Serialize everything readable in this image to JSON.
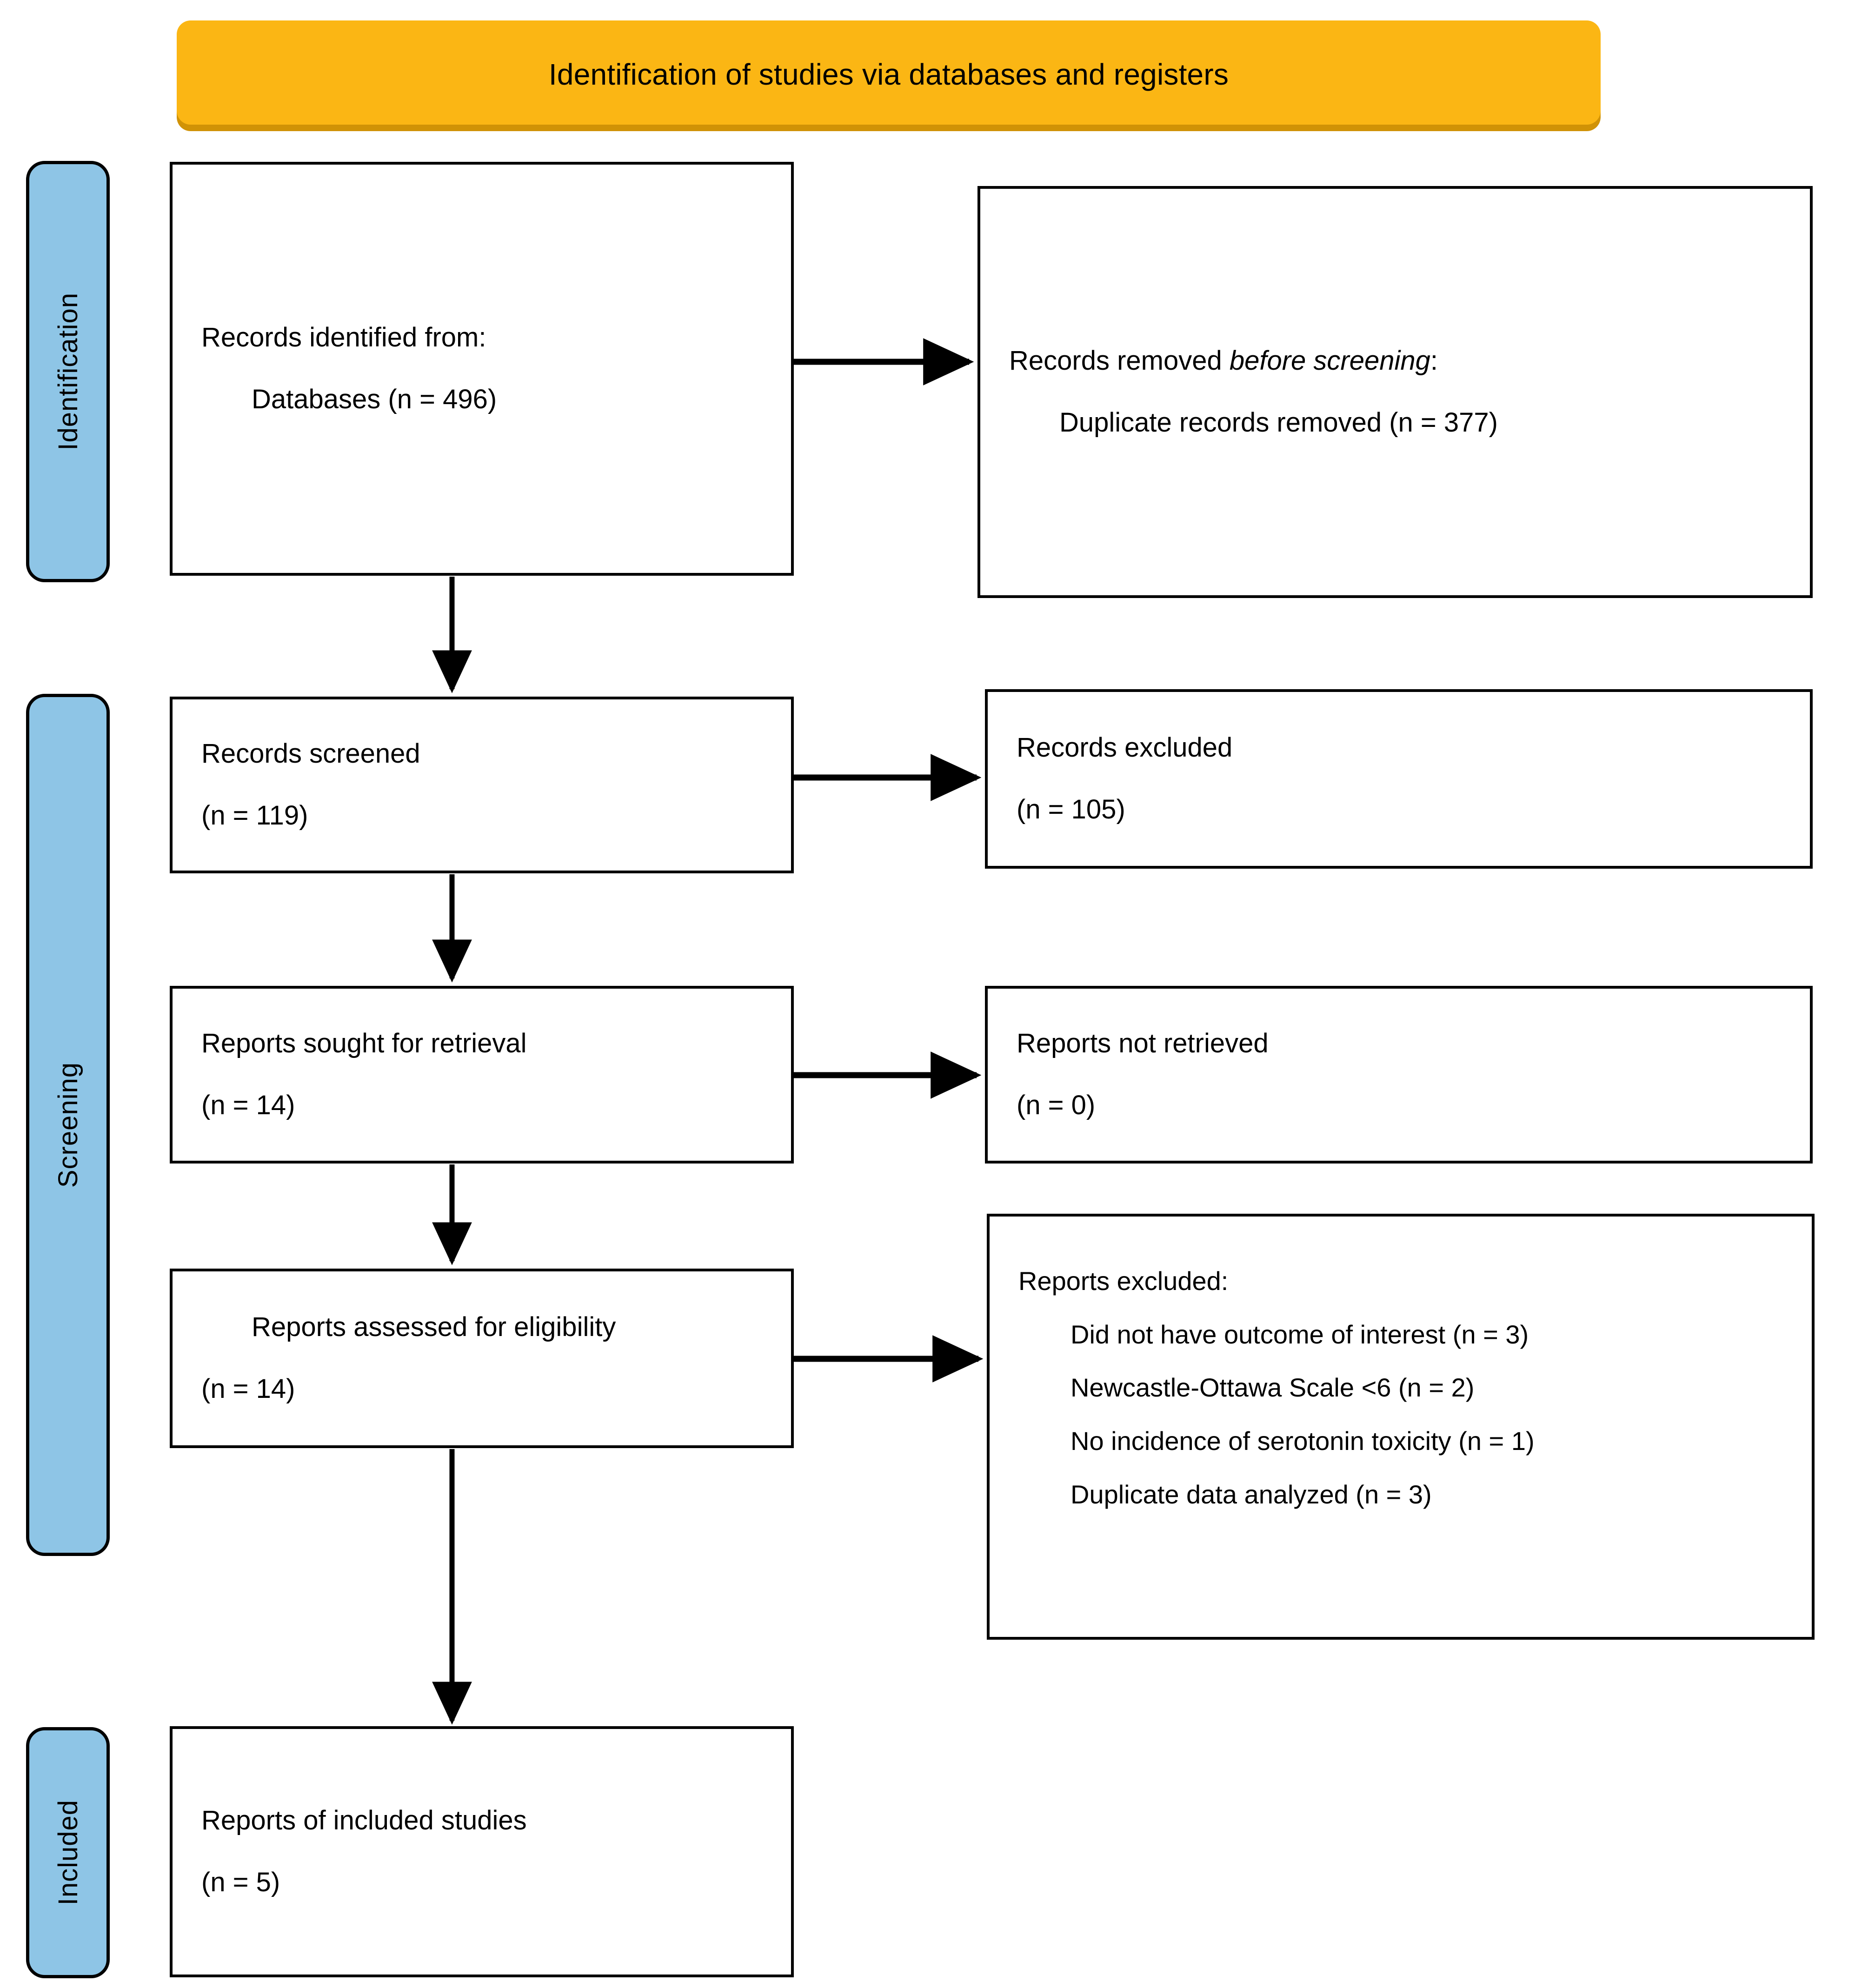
{
  "diagram": {
    "title": "Identification of studies via databases and registers",
    "type": "PRISMA flow diagram",
    "colors": {
      "banner": "#FBB614",
      "banner_shadow": "#D09206",
      "side_tab": "#8EC5E6",
      "border": "#000000",
      "background": "#FFFFFF"
    }
  },
  "stages": [
    {
      "key": "identification",
      "label": "Identification"
    },
    {
      "key": "screening",
      "label": "Screening"
    },
    {
      "key": "included",
      "label": "Included"
    }
  ],
  "boxes": {
    "identified": {
      "line1": "Records identified from:",
      "line2": "Databases (n = 496)",
      "n": 496
    },
    "removed": {
      "line1_a": "Records removed ",
      "line1_b": "before screening",
      "line1_c": ":",
      "line2": "Duplicate records removed    (n = 377)",
      "n": 377
    },
    "screened": {
      "line1": "Records screened",
      "line2": "(n = 119)",
      "n": 119
    },
    "records_excluded": {
      "line1": "Records excluded",
      "line2": "(n = 105)",
      "n": 105
    },
    "sought": {
      "line1": "Reports sought for retrieval",
      "line2": "(n = 14)",
      "n": 14
    },
    "not_retrieved": {
      "line1": "Reports not retrieved",
      "line2": "(n = 0)",
      "n": 0
    },
    "eligibility": {
      "line1": "Reports assessed for eligibility",
      "line2": "(n = 14)",
      "n": 14
    },
    "reports_excluded": {
      "heading": "Reports excluded:",
      "reasons": [
        {
          "label": "Did not have outcome of interest (n = 3)",
          "n": 3
        },
        {
          "label": "Newcastle-Ottawa Scale <6 (n = 2)",
          "n": 2
        },
        {
          "label": "No incidence of serotonin toxicity (n = 1)",
          "n": 1
        },
        {
          "label": "Duplicate data analyzed (n = 3)",
          "n": 3
        }
      ]
    },
    "included": {
      "line1": "Reports of included studies",
      "line2": "(n = 5)",
      "n": 5
    }
  }
}
